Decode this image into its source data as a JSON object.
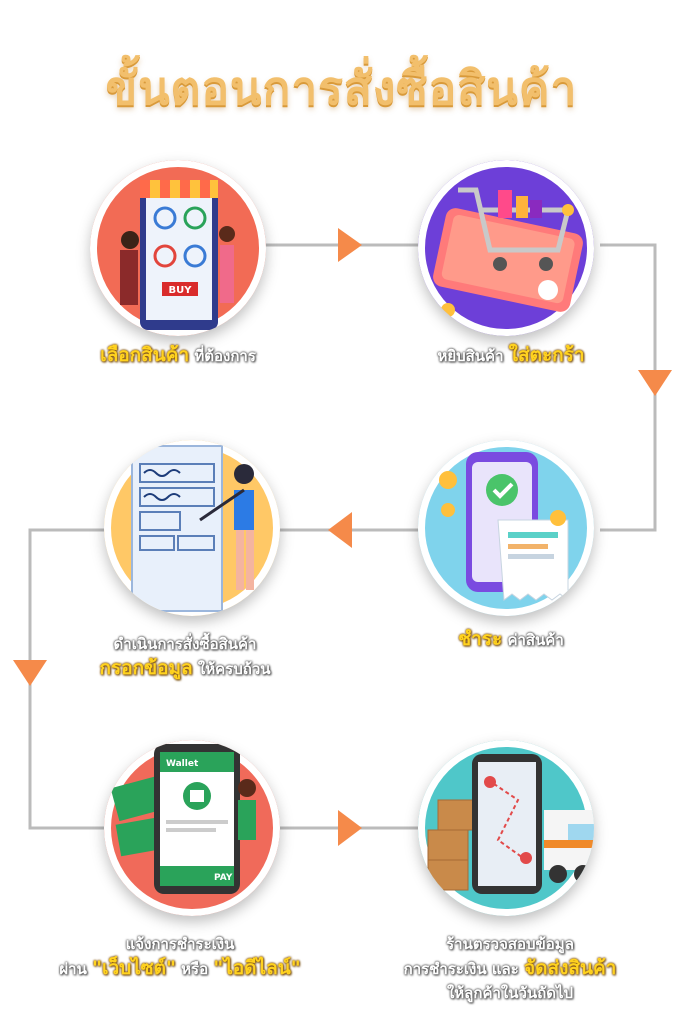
{
  "title": "ขั้นตอนการสั่งซื้อสินค้า",
  "colors": {
    "title": "#f2bf6c",
    "highlight": "#ffd21f",
    "arrow": "#f58a4a",
    "line": "#bbbbbb"
  },
  "steps": [
    {
      "highlight": "เลือกสินค้า",
      "text": "ที่ต้องการ",
      "icon": "storefront-phone-icon",
      "screen_label": "BUY"
    },
    {
      "text": "หยิบสินค้า",
      "highlight": "ใส่ตะกร้า",
      "icon": "shopping-cart-icon"
    },
    {
      "line1": "ดำเนินการสั่งซื้อสินค้า",
      "highlight": "กรอกข้อมูล",
      "text": "ให้ครบถ้วน",
      "icon": "form-fill-icon"
    },
    {
      "highlight": "ชำระ",
      "text": "ค่าสินค้า",
      "icon": "payment-receipt-icon"
    },
    {
      "line1": "แจ้งการชำระเงิน",
      "prefix": "ผ่าน",
      "hl1": "\"เว็บไซต์\"",
      "mid": "หรือ",
      "hl2": "\"ไอดีไลน์\"",
      "icon": "wallet-phone-icon",
      "wallet_label": "Wallet",
      "pay_label": "PAY"
    },
    {
      "line1": "ร้านตรวจสอบข้อมูล",
      "text": "การชำระเงิน และ",
      "highlight": "จัดส่งสินค้า",
      "line3": "ให้ลูกค้าในวันถัดไป",
      "icon": "delivery-truck-icon"
    }
  ]
}
